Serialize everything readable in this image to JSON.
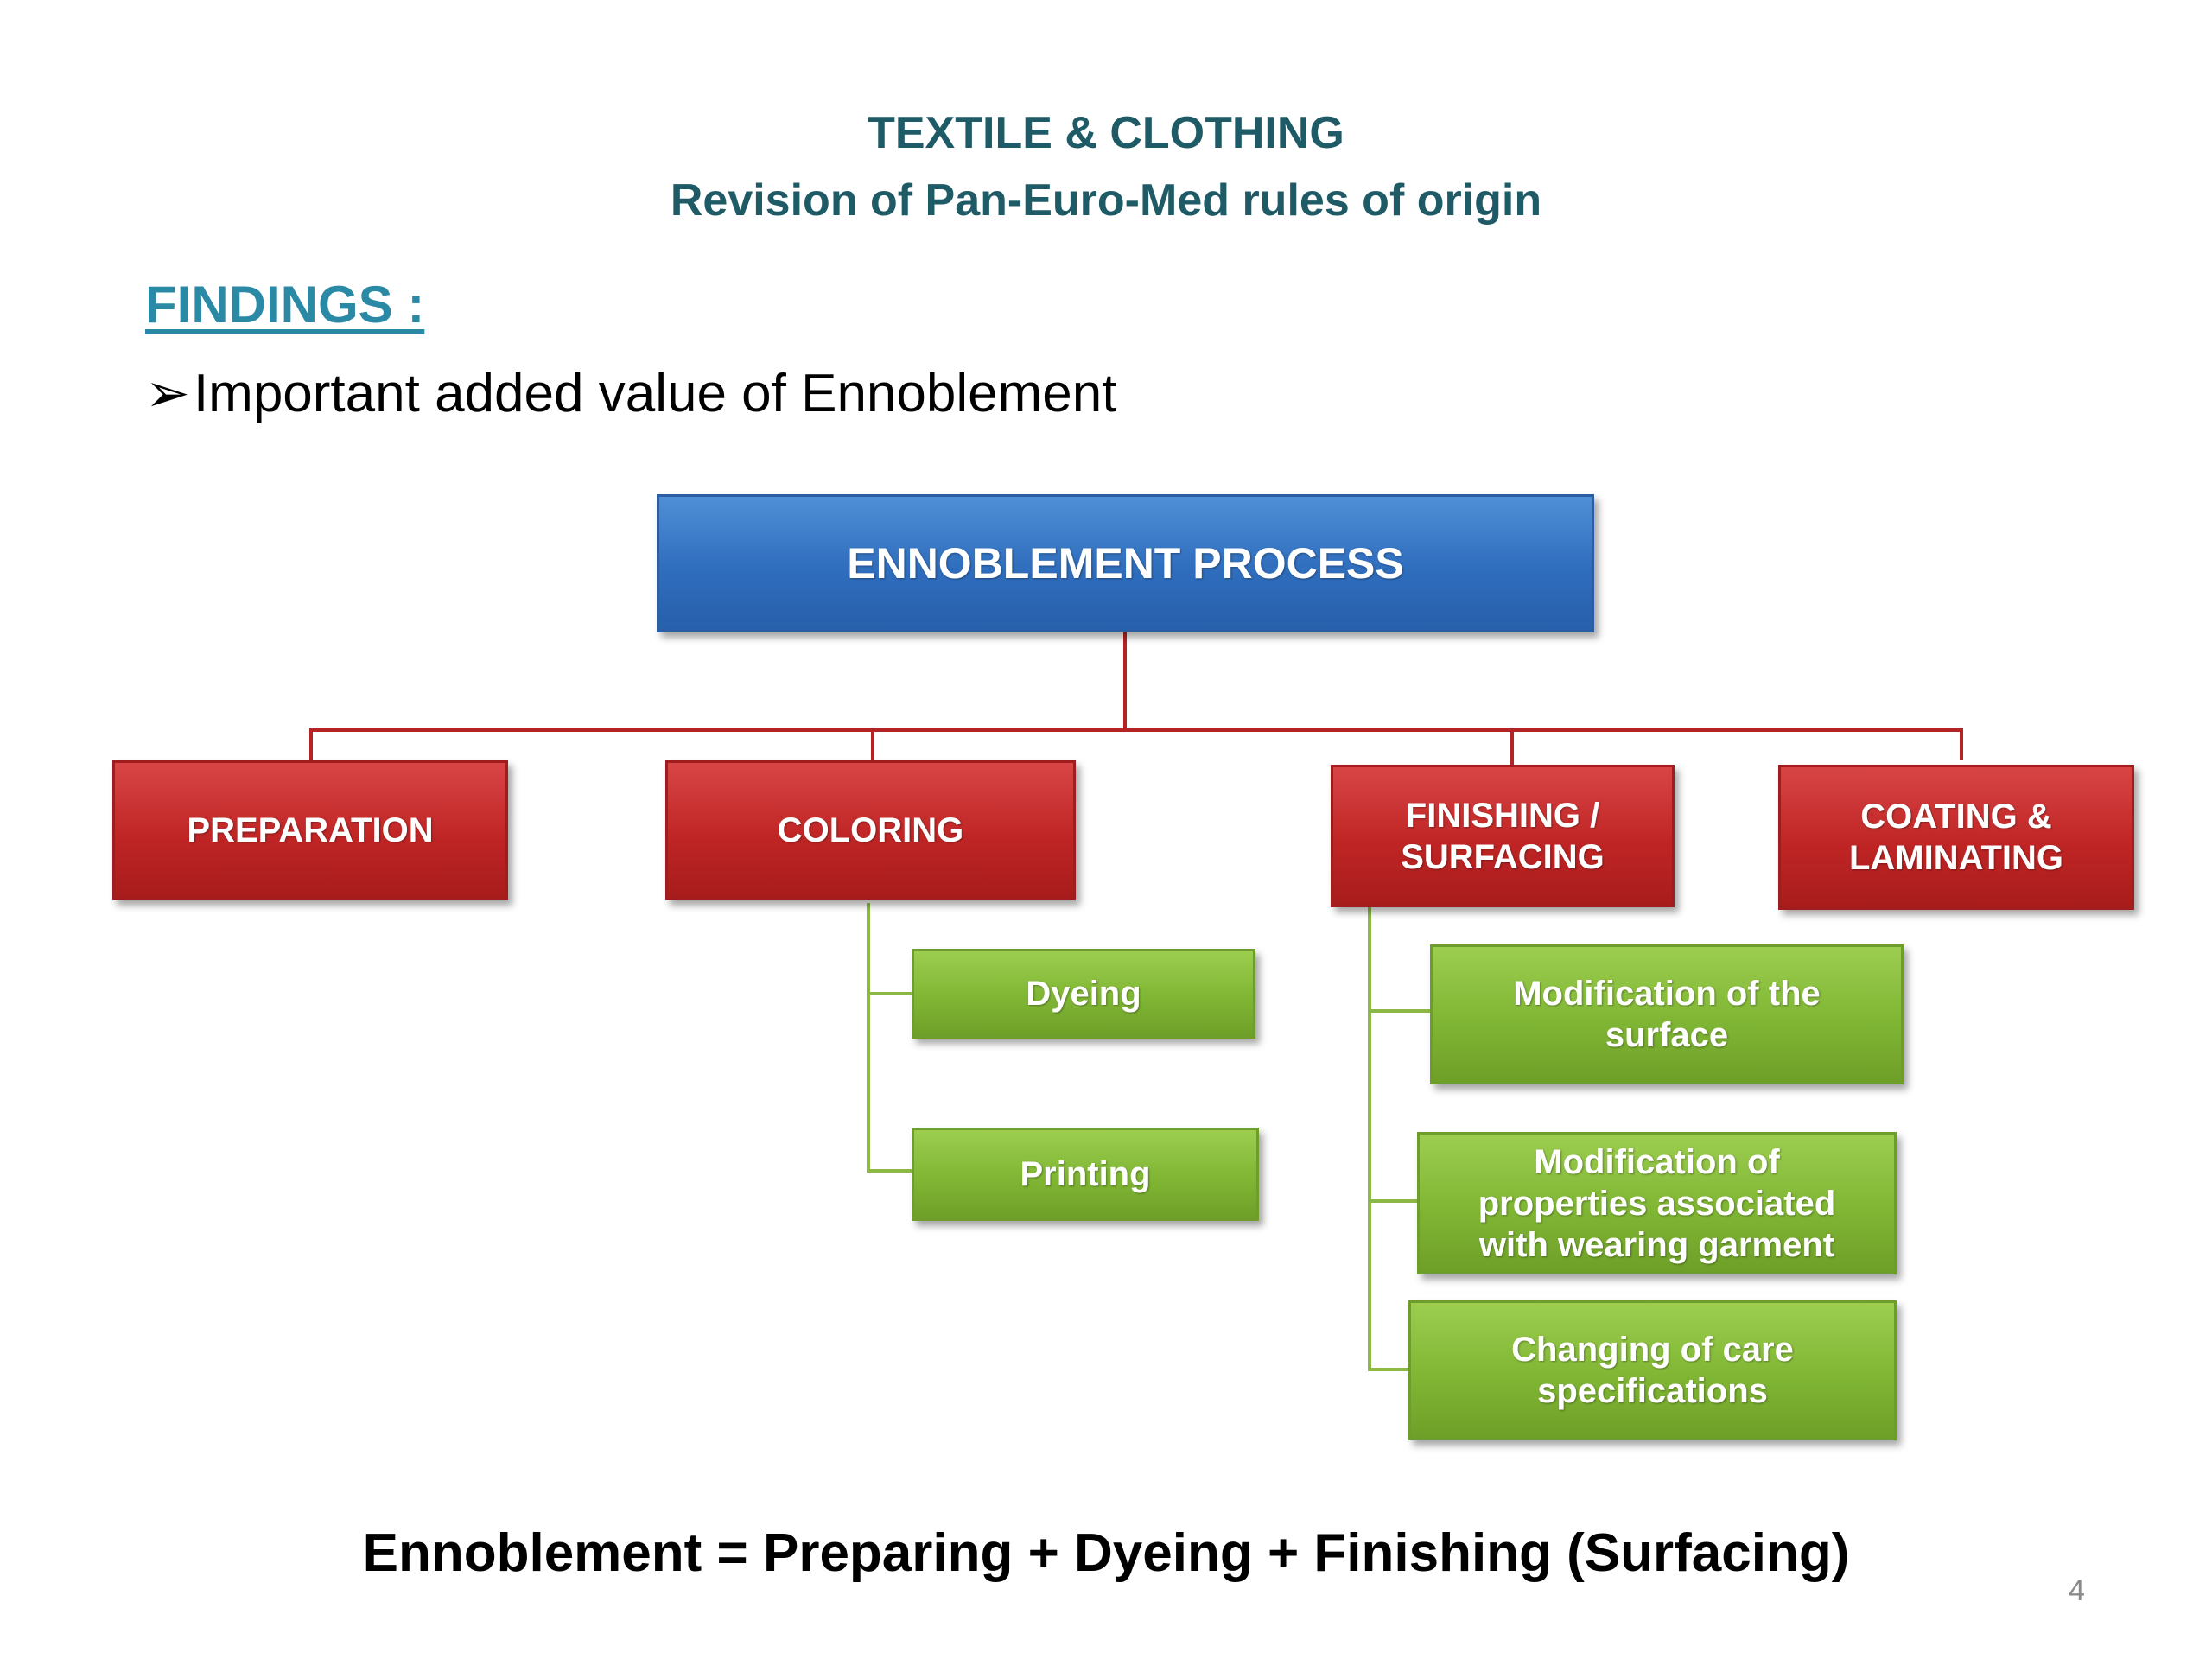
{
  "header": {
    "title": "TEXTILE & CLOTHING",
    "subtitle": "Revision of Pan-Euro-Med rules of origin"
  },
  "findings": {
    "heading": "FINDINGS :",
    "bullet_marker": "➢",
    "bullet": "Important added value of Ennoblement"
  },
  "diagram": {
    "root": "ENNOBLEMENT PROCESS",
    "categories": {
      "preparation": "PREPARATION",
      "coloring": "COLORING",
      "finishing": "FINISHING /\nSURFACING",
      "coating": "COATING &\nLAMINATING"
    },
    "coloring_items": {
      "dyeing": "Dyeing",
      "printing": "Printing"
    },
    "finishing_items": {
      "surface": "Modification of the\nsurface",
      "properties": "Modification of\nproperties associated\nwith wearing garment",
      "care": "Changing of care\nspecifications"
    },
    "colors": {
      "root": "#2f6dbd",
      "category": "#c02525",
      "item": "#80b634",
      "connector_red": "#b52424",
      "connector_green": "#8db845"
    }
  },
  "footer": {
    "formula": "Ennoblement = Preparing + Dyeing + Finishing (Surfacing)",
    "page_number": "4"
  }
}
